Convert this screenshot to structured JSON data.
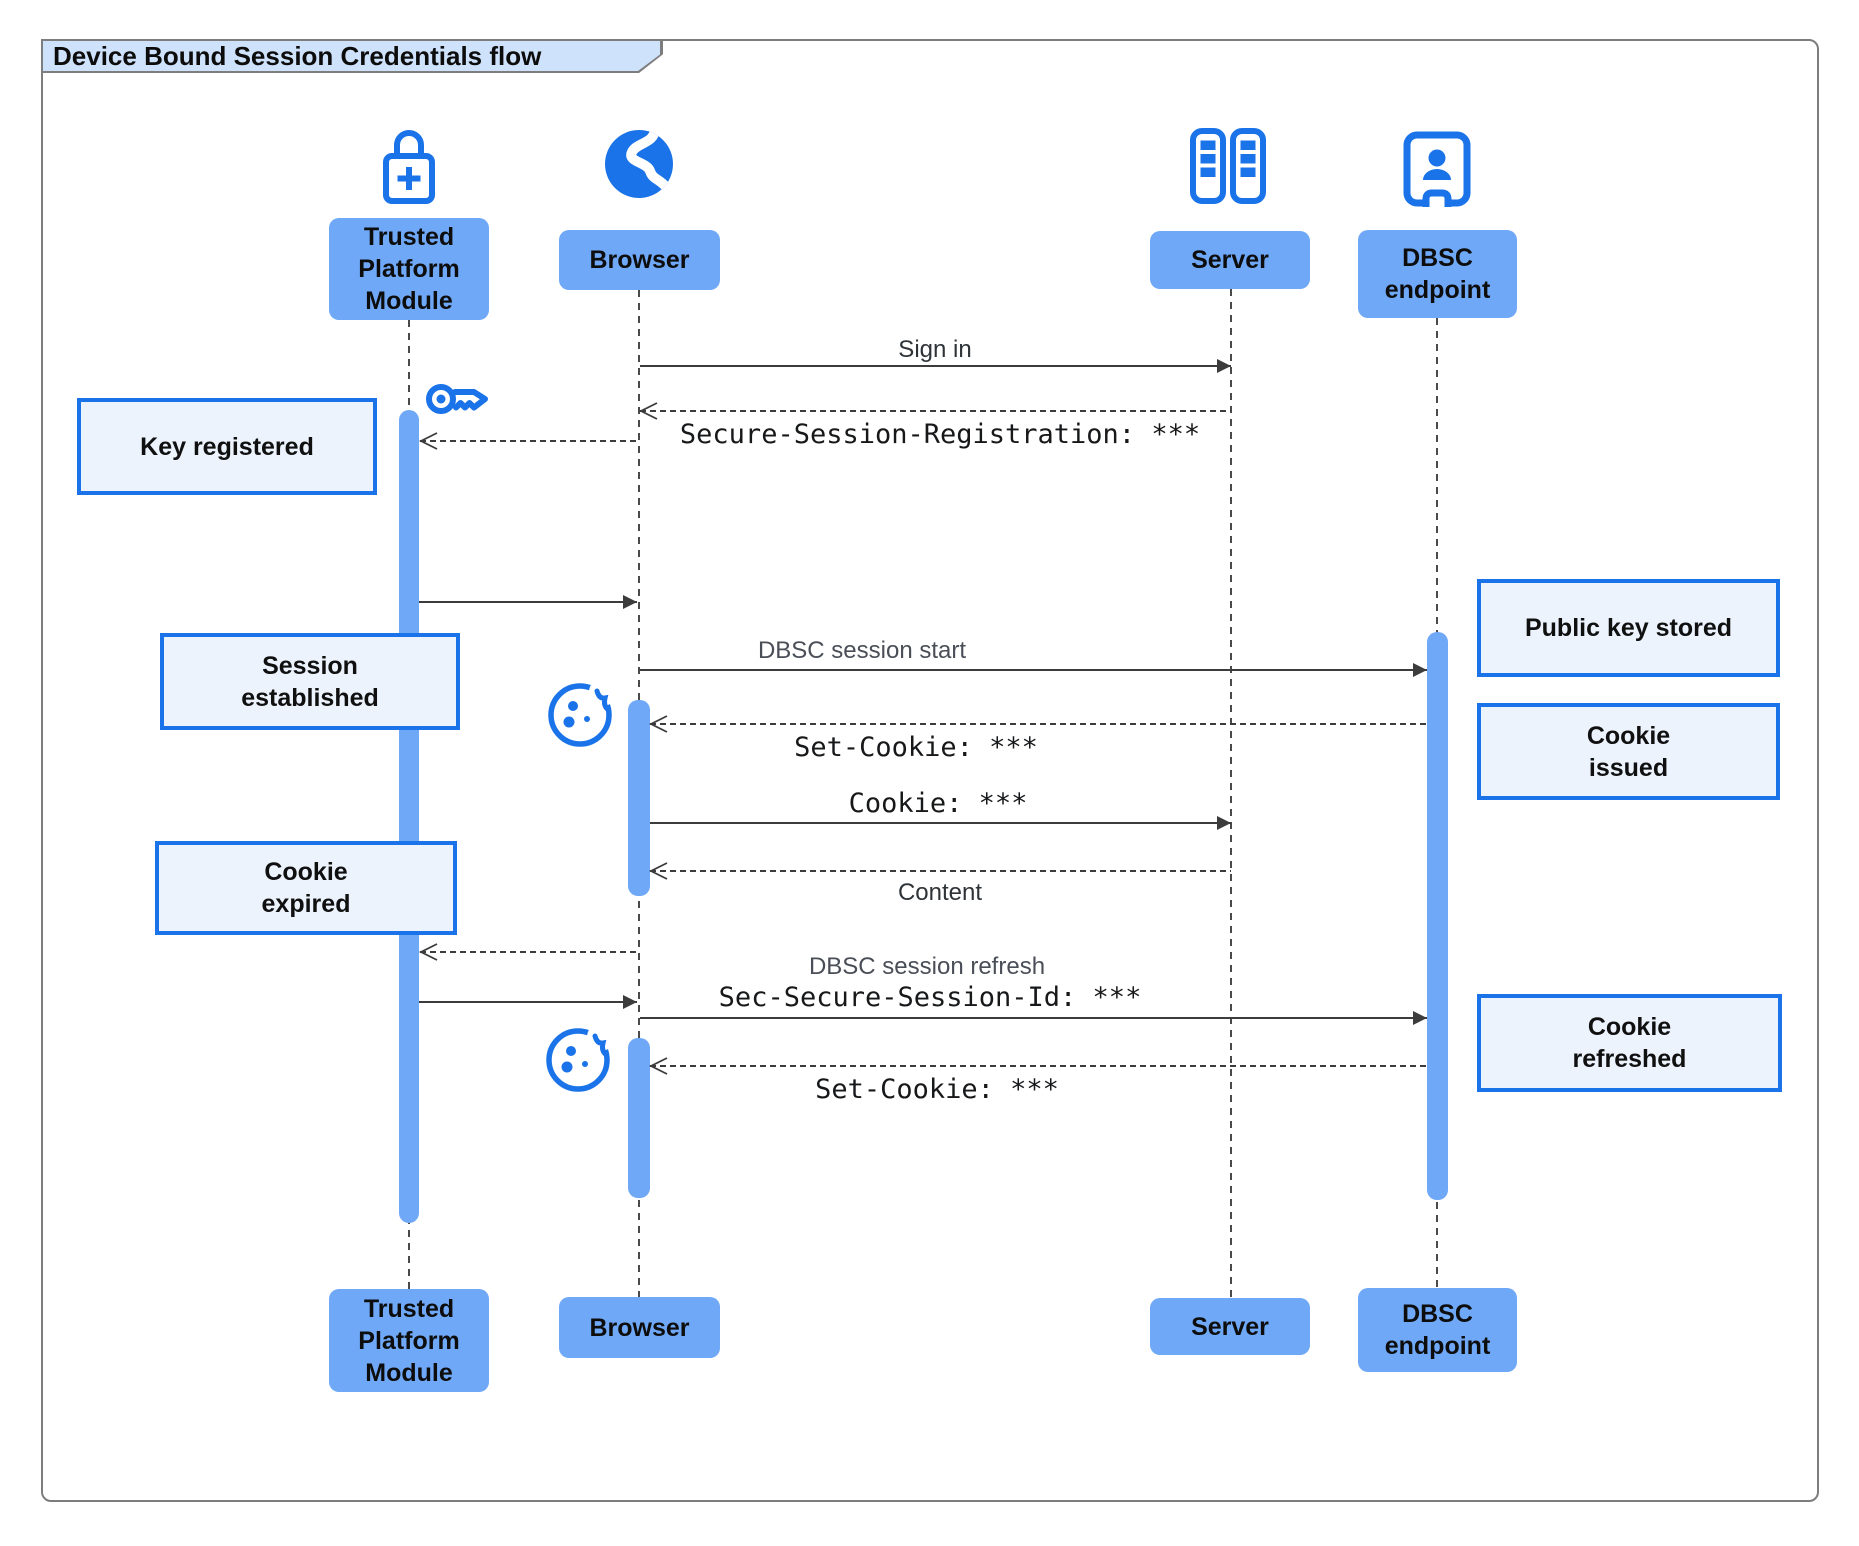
{
  "title": "Device Bound Session Credentials flow",
  "participants": {
    "tpm": {
      "label": "Trusted\nPlatform\nModule",
      "icon": "lock-plus-icon"
    },
    "browser": {
      "label": "Browser",
      "icon": "globe-icon"
    },
    "server": {
      "label": "Server",
      "icon": "server-rack-icon"
    },
    "dbsc": {
      "label": "DBSC\nendpoint",
      "icon": "vault-person-icon"
    }
  },
  "messages": [
    {
      "label": "Sign in",
      "from": "Browser",
      "to": "Server",
      "line": "solid",
      "font": "sans"
    },
    {
      "label": "Secure-Session-Registration: ***",
      "from": "Server",
      "to": "Browser",
      "line": "dashed",
      "font": "mono"
    },
    {
      "label": "",
      "from": "Browser",
      "to": "Trusted Platform Module",
      "line": "dashed",
      "font": "none"
    },
    {
      "label": "",
      "from": "Trusted Platform Module",
      "to": "Browser",
      "line": "solid",
      "font": "none"
    },
    {
      "label": "DBSC session start",
      "from": "Browser",
      "to": "DBSC endpoint",
      "line": "solid",
      "font": "sans"
    },
    {
      "label": "Set-Cookie: ***",
      "from": "DBSC endpoint",
      "to": "Browser",
      "line": "dashed",
      "font": "mono"
    },
    {
      "label": "Cookie: ***",
      "from": "Browser",
      "to": "Server",
      "line": "solid",
      "font": "mono"
    },
    {
      "label": "Content",
      "from": "Server",
      "to": "Browser",
      "line": "dashed",
      "font": "sans"
    },
    {
      "label": "",
      "from": "Browser",
      "to": "Trusted Platform Module",
      "line": "dashed",
      "font": "none"
    },
    {
      "label": "",
      "from": "Trusted Platform Module",
      "to": "Browser",
      "line": "solid",
      "font": "none"
    },
    {
      "label": "DBSC session refresh",
      "label2": "Sec-Secure-Session-Id: ***",
      "from": "Browser",
      "to": "DBSC endpoint",
      "line": "solid",
      "font": "sans+mono"
    },
    {
      "label": "Set-Cookie: ***",
      "from": "DBSC endpoint",
      "to": "Browser",
      "line": "dashed",
      "font": "mono"
    }
  ],
  "notes": [
    {
      "label": "Key registered"
    },
    {
      "label": "Session\nestablished"
    },
    {
      "label": "Cookie\nexpired"
    },
    {
      "label": "Public key stored"
    },
    {
      "label": "Cookie\nissued"
    },
    {
      "label": "Cookie\nrefreshed"
    }
  ],
  "decorations": [
    "key-icon",
    "cookie-icon",
    "cookie-icon"
  ],
  "colors": {
    "accent_blue": "#1a73e8",
    "activation_fill": "#6fa8f7",
    "note_fill": "#ecf3fd",
    "tab_fill": "#cfe2fb",
    "frame_border": "#7d7d7d",
    "arrow_line": "#3c3c3c"
  }
}
